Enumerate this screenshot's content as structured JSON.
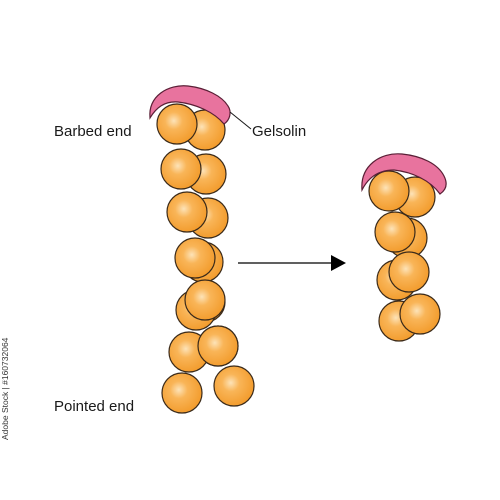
{
  "labels": {
    "barbed_end": "Barbed end",
    "gelsolin": "Gelsolin",
    "pointed_end": "Pointed end"
  },
  "stock_id": "Adobe Stock | #160732064",
  "colors": {
    "actin_fill": "#f5a133",
    "actin_highlight": "#fde3b8",
    "actin_outline": "#3a2a1a",
    "gelsolin_fill": "#e8739e",
    "gelsolin_outline": "#5a1f36",
    "arrow": "#000000"
  }
}
